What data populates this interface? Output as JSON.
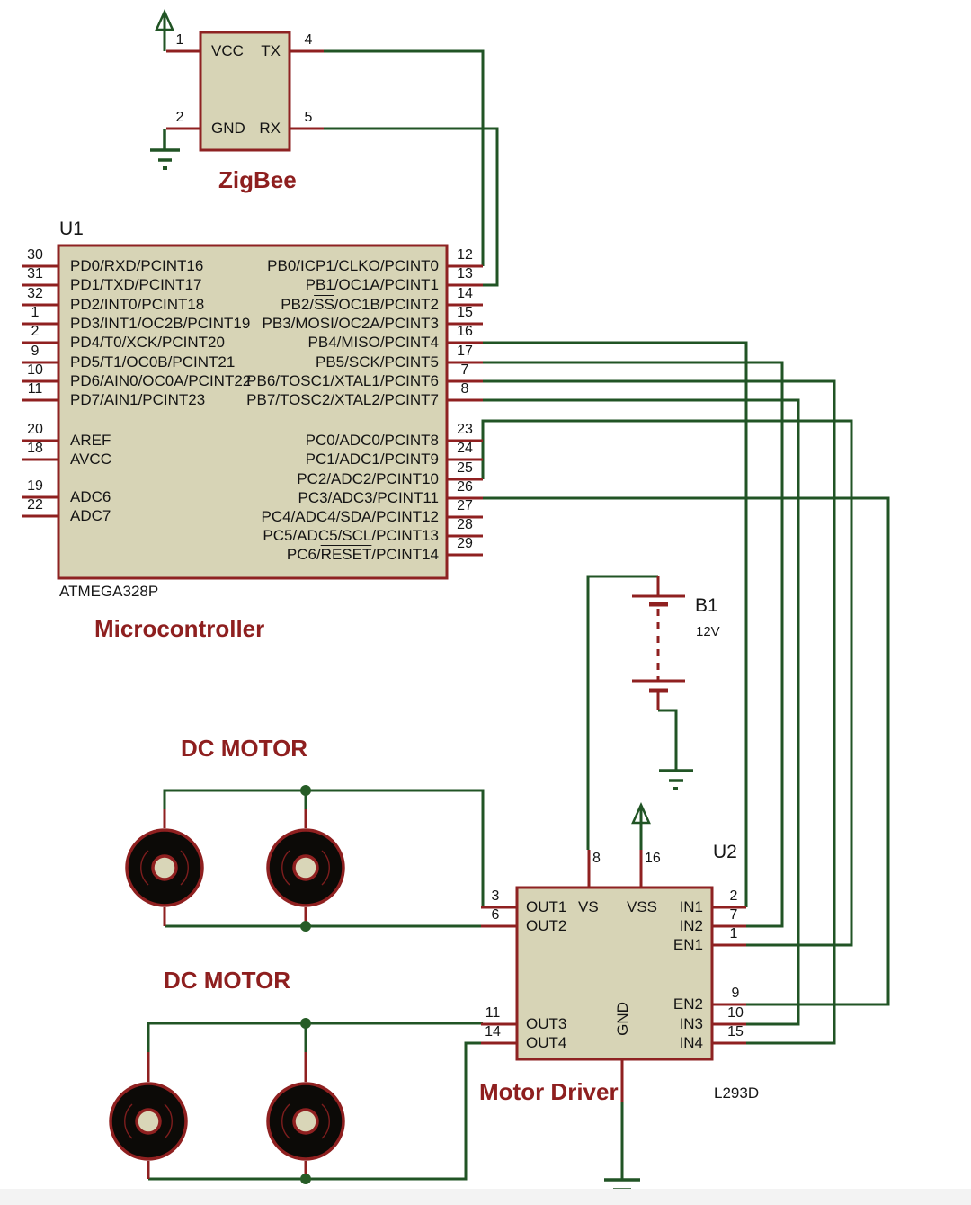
{
  "zigbee": {
    "label": "ZigBee",
    "pins_left": [
      {
        "num": "1",
        "label": "VCC"
      },
      {
        "num": "2",
        "label": "GND"
      }
    ],
    "pins_right": [
      {
        "num": "4",
        "label": "TX"
      },
      {
        "num": "5",
        "label": "RX"
      }
    ]
  },
  "u1": {
    "refdes": "U1",
    "part": "ATMEGA328P",
    "label": "Microcontroller",
    "pins_left_a": [
      {
        "num": "30",
        "label": "PD0/RXD/PCINT16"
      },
      {
        "num": "31",
        "label": "PD1/TXD/PCINT17"
      },
      {
        "num": "32",
        "label": "PD2/INT0/PCINT18"
      },
      {
        "num": "1",
        "label": "PD3/INT1/OC2B/PCINT19"
      },
      {
        "num": "2",
        "label": "PD4/T0/XCK/PCINT20"
      },
      {
        "num": "9",
        "label": "PD5/T1/OC0B/PCINT21"
      },
      {
        "num": "10",
        "label": "PD6/AIN0/OC0A/PCINT22"
      },
      {
        "num": "11",
        "label": "PD7/AIN1/PCINT23"
      }
    ],
    "pins_left_b": [
      {
        "num": "20",
        "label": "AREF"
      },
      {
        "num": "18",
        "label": "AVCC"
      }
    ],
    "pins_left_c": [
      {
        "num": "19",
        "label": "ADC6"
      },
      {
        "num": "22",
        "label": "ADC7"
      }
    ],
    "pins_right_a": [
      {
        "num": "12",
        "label": "PB0/ICP1/CLKO/PCINT0"
      },
      {
        "num": "13",
        "label": "PB1/OC1A/PCINT1"
      },
      {
        "num": "14",
        "label": "PB2/SS/OC1B/PCINT2",
        "overline": "SS"
      },
      {
        "num": "15",
        "label": "PB3/MOSI/OC2A/PCINT3"
      },
      {
        "num": "16",
        "label": "PB4/MISO/PCINT4"
      },
      {
        "num": "17",
        "label": "PB5/SCK/PCINT5"
      },
      {
        "num": "7",
        "label": "PB6/TOSC1/XTAL1/PCINT6"
      },
      {
        "num": "8",
        "label": "PB7/TOSC2/XTAL2/PCINT7"
      }
    ],
    "pins_right_b": [
      {
        "num": "23",
        "label": "PC0/ADC0/PCINT8"
      },
      {
        "num": "24",
        "label": "PC1/ADC1/PCINT9"
      },
      {
        "num": "25",
        "label": "PC2/ADC2/PCINT10"
      },
      {
        "num": "26",
        "label": "PC3/ADC3/PCINT11"
      },
      {
        "num": "27",
        "label": "PC4/ADC4/SDA/PCINT12"
      },
      {
        "num": "28",
        "label": "PC5/ADC5/SCL/PCINT13"
      },
      {
        "num": "29",
        "label": "PC6/RESET/PCINT14",
        "overline": "RESET"
      }
    ]
  },
  "battery": {
    "refdes": "B1",
    "value": "12V"
  },
  "u2": {
    "refdes": "U2",
    "part": "L293D",
    "label": "Motor Driver",
    "pins_left_a": [
      {
        "num": "3",
        "label": "OUT1"
      },
      {
        "num": "6",
        "label": "OUT2"
      }
    ],
    "pins_left_b": [
      {
        "num": "11",
        "label": "OUT3"
      },
      {
        "num": "14",
        "label": "OUT4"
      }
    ],
    "pins_top": [
      {
        "num": "8",
        "label": "VS"
      },
      {
        "num": "16",
        "label": "VSS"
      }
    ],
    "pins_right_a": [
      {
        "num": "2",
        "label": "IN1"
      },
      {
        "num": "7",
        "label": "IN2"
      },
      {
        "num": "1",
        "label": "EN1"
      }
    ],
    "pins_right_b": [
      {
        "num": "9",
        "label": "EN2"
      },
      {
        "num": "10",
        "label": "IN3"
      },
      {
        "num": "15",
        "label": "IN4"
      }
    ],
    "pin_bottom": {
      "label": "GND"
    }
  },
  "motor_groups": [
    {
      "label": "DC MOTOR"
    },
    {
      "label": "DC MOTOR"
    }
  ],
  "colors": {
    "wire_green": "#215425",
    "junction_green": "#265c26",
    "component_red": "#8f2020",
    "body_fill": "#d7d4b6",
    "title_red": "#8e1f1f",
    "text_black": "#141414",
    "motor_black": "#0c0a07",
    "bottom_strip": "#f3f3f3"
  }
}
